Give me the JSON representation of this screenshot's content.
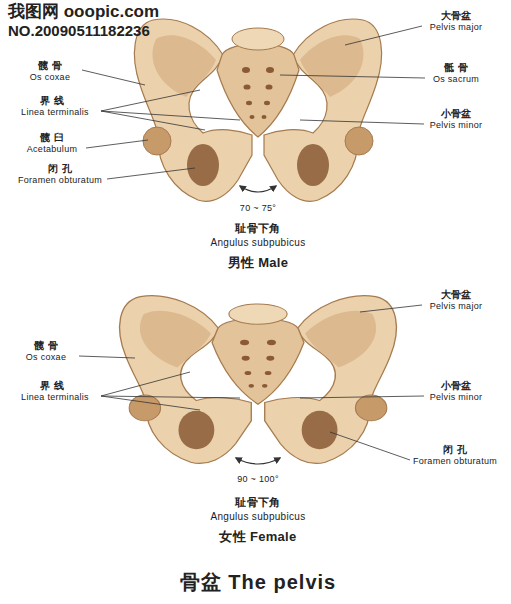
{
  "diagram": {
    "title": "骨盆 The pelvis",
    "labels": [
      "我图网 ooopic.com",
      "NO.20090511182236",
      "大骨盆",
      "Pelvis major",
      "髋 骨",
      "Os coxae",
      "骶 骨",
      "Os sacrum",
      "界 线",
      "Linea terminalis",
      "小骨盆",
      "Pelvis minor",
      "髋 臼",
      "Acetabulum",
      "闭 孔",
      "Foramen obturatum",
      "70 ~ 75°",
      "耻骨下角",
      "Angulus subpubicus",
      "男性 Male",
      "大骨盆",
      "Pelvis major",
      "髋 骨",
      "Os coxae",
      "界 线",
      "Linea terminalis",
      "小骨盆",
      "Pelvis minor",
      "闭 孔",
      "Foramen obturatum",
      "90 ~ 100°",
      "耻骨下角",
      "Angulus subpubicus",
      "女性 Female"
    ]
  }
}
